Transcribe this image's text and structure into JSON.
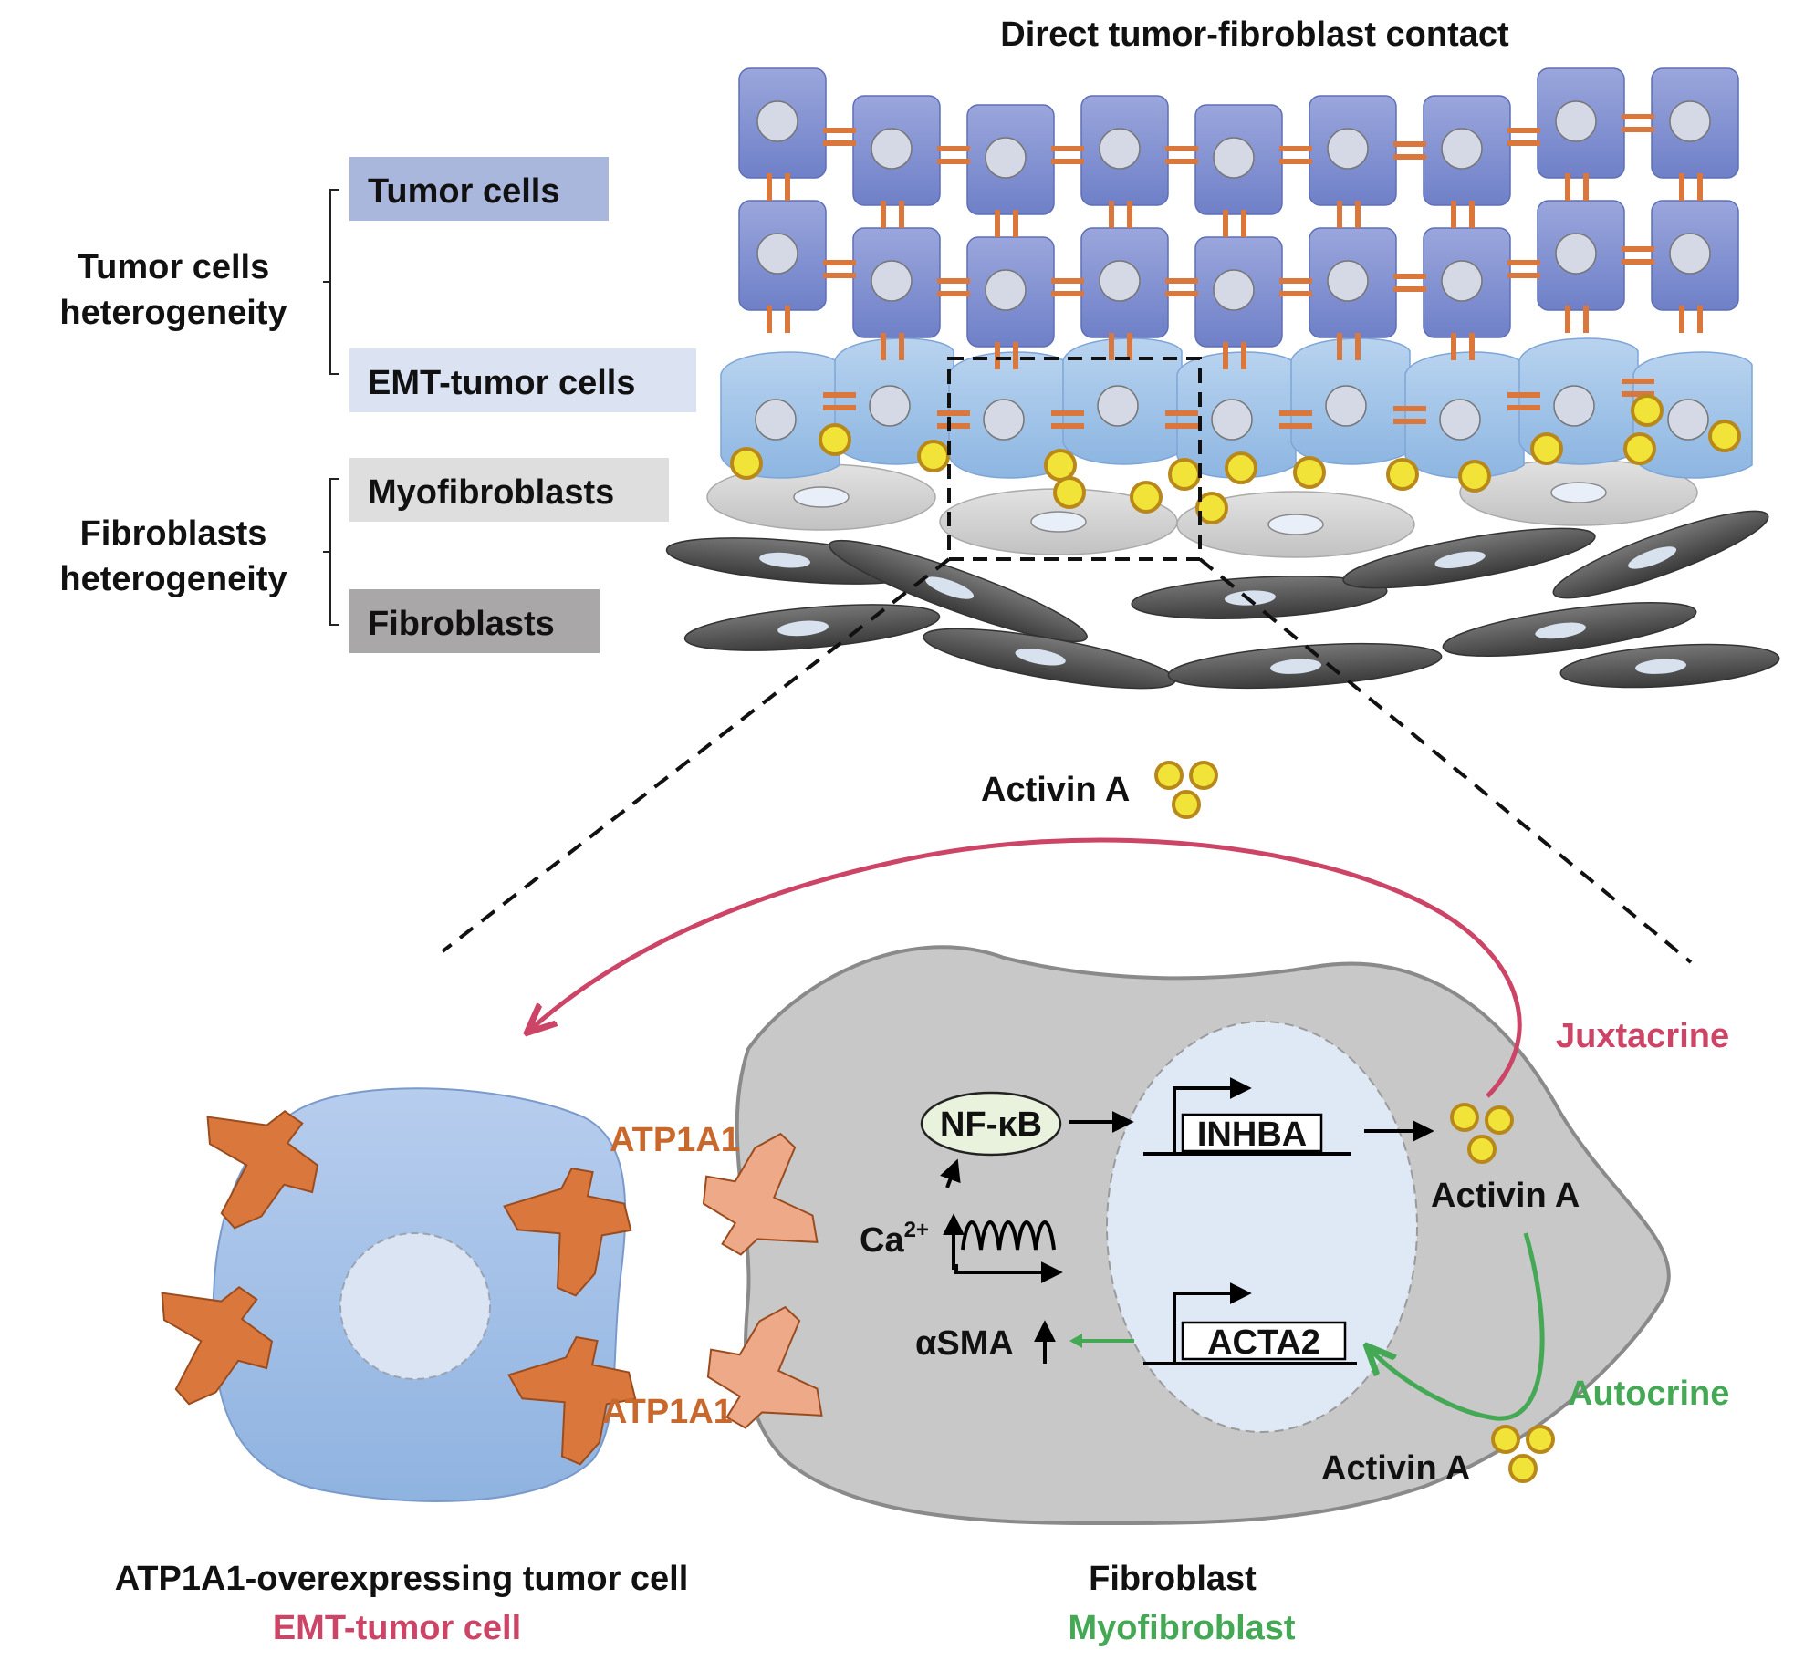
{
  "title": "Direct tumor-fibroblast contact",
  "legend": {
    "tumor_group": "Tumor cells heterogeneity",
    "tumor_group_line1": "Tumor cells",
    "tumor_group_line2": "heterogeneity",
    "fibro_group_line1": "Fibroblasts",
    "fibro_group_line2": "heterogeneity",
    "items": [
      {
        "label": "Tumor cells",
        "color": "#aab7dd"
      },
      {
        "label": "EMT-tumor cells",
        "color": "#dbe3f3"
      },
      {
        "label": "Myofibroblasts",
        "color": "#dedede"
      },
      {
        "label": "Fibroblasts",
        "color": "#a9a7a7"
      }
    ]
  },
  "detail": {
    "activin_top": "Activin A",
    "juxtacrine": "Juxtacrine",
    "autocrine": "Autocrine",
    "atp1a1_top": "ATP1A1",
    "atp1a1_bottom": "ATP1A1",
    "nfkb": "NF-κB",
    "inhba": "INHBA",
    "acta2": "ACTA2",
    "activin_right": "Activin A",
    "activin_bottom": "Activin A",
    "ca": "Ca",
    "ca_sup": "2+",
    "asma": "αSMA",
    "tumor_cell_title": "ATP1A1-overexpressing tumor cell",
    "tumor_cell_subtitle": "EMT-tumor cell",
    "fibro_title": "Fibroblast",
    "fibro_subtitle": "Myofibroblast"
  },
  "colors": {
    "tumor_cell": "#7f8fd0",
    "emt_cell": "#a6c6e8",
    "atp1a1": "#d9773d",
    "atp1a1_partner": "#eeaa88",
    "activin": "#f1e337",
    "activin_stroke": "#b8891a",
    "juxtacrine": "#cc4466",
    "autocrine": "#44a855",
    "fibroblast": "#555555",
    "myofibroblast": "#d3d3d3"
  }
}
